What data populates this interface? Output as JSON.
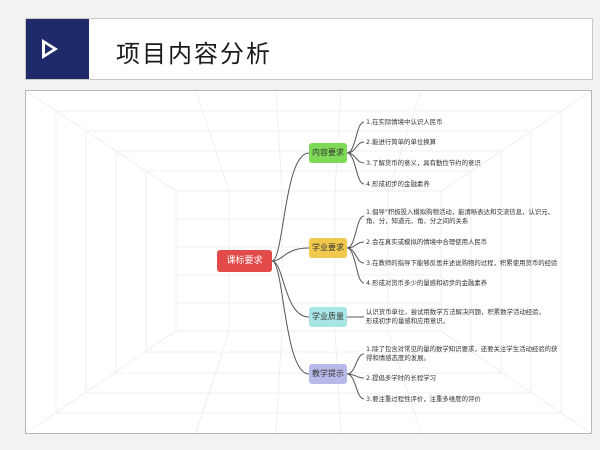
{
  "header": {
    "title": "项目内容分析"
  },
  "diagram": {
    "root": {
      "label": "课标要求",
      "color": "#e34b4b"
    },
    "branches": [
      {
        "label": "内容要求",
        "color": "#7ed957",
        "leaves": [
          "1.在实际情境中认识人民币",
          "2.能进行简单的单位换算",
          "3.了解货币的意义，具有勤俭节约的意识",
          "4.形成初步的金融素养"
        ]
      },
      {
        "label": "学业要求",
        "color": "#f2c94c",
        "leaves": [
          "1.倡导\"积极投入模拟购物活动，能清晰表达和交流信息，认识元、角、分，知道元、角、分之间的关系",
          "2.会在真实或模拟的情境中合理使用人民币",
          "3.在教师的指导下能够反思并述说购物的过程，积累使用货币的经验",
          "4.形成对货币多少的量感和初步的金融素养"
        ]
      },
      {
        "label": "学业质量",
        "color": "#a8e6e6",
        "leaves": [
          "认识货币单位，尝试用数学方法解决问题，积累数学活动经验，形成初步的量感和应用意识。"
        ]
      },
      {
        "label": "教学提示",
        "color": "#b7b9e8",
        "leaves": [
          "1.除了包含对常见的量的数学知识要求，还要关注学生活动经验的获得和情感态度的发展。",
          "2.提倡多学时的长程学习",
          "3.要注重过程性评价，注重多维度的评价"
        ]
      }
    ]
  }
}
